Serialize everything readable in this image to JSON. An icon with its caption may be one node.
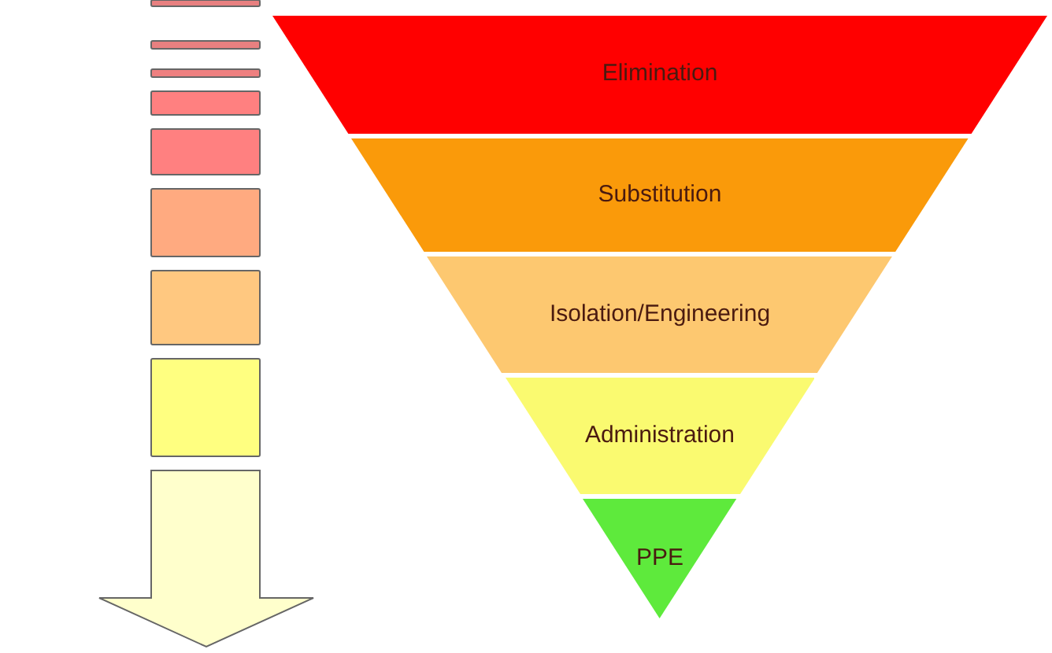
{
  "diagram": {
    "nodes": [
      {
        "text": [
          "Elimination"
        ]
      },
      {
        "text": [
          "Substitution"
        ]
      },
      {
        "text": [
          "Isolation/Engineering"
        ]
      },
      {
        "text": [
          "Administration"
        ]
      },
      {
        "text": [
          "PPE"
        ]
      }
    ]
  }
}
